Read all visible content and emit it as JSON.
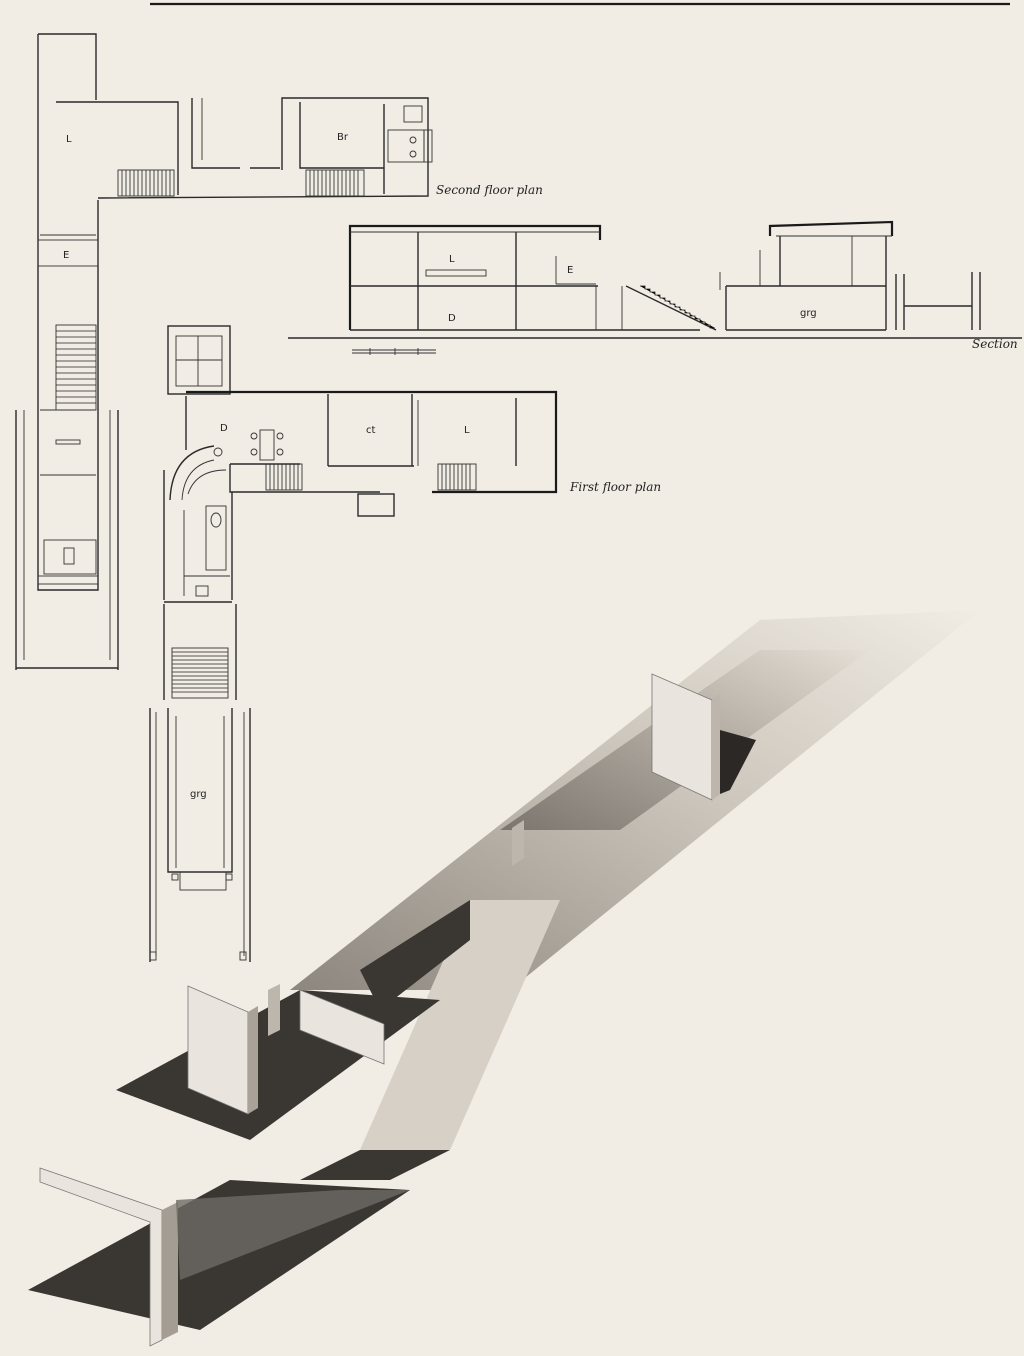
{
  "captions": {
    "second_floor": "Second floor plan",
    "section": "Section",
    "first_floor": "First floor plan"
  },
  "second_floor_rooms": {
    "living": "L",
    "bedroom": "Br"
  },
  "left_plan_rooms": {
    "entry": "E"
  },
  "section_rooms": {
    "living": "L",
    "entry": "E",
    "dining": "D",
    "garage": "grg"
  },
  "first_floor_rooms": {
    "dining": "D",
    "court": "ct",
    "living": "L",
    "garage": "grg"
  }
}
